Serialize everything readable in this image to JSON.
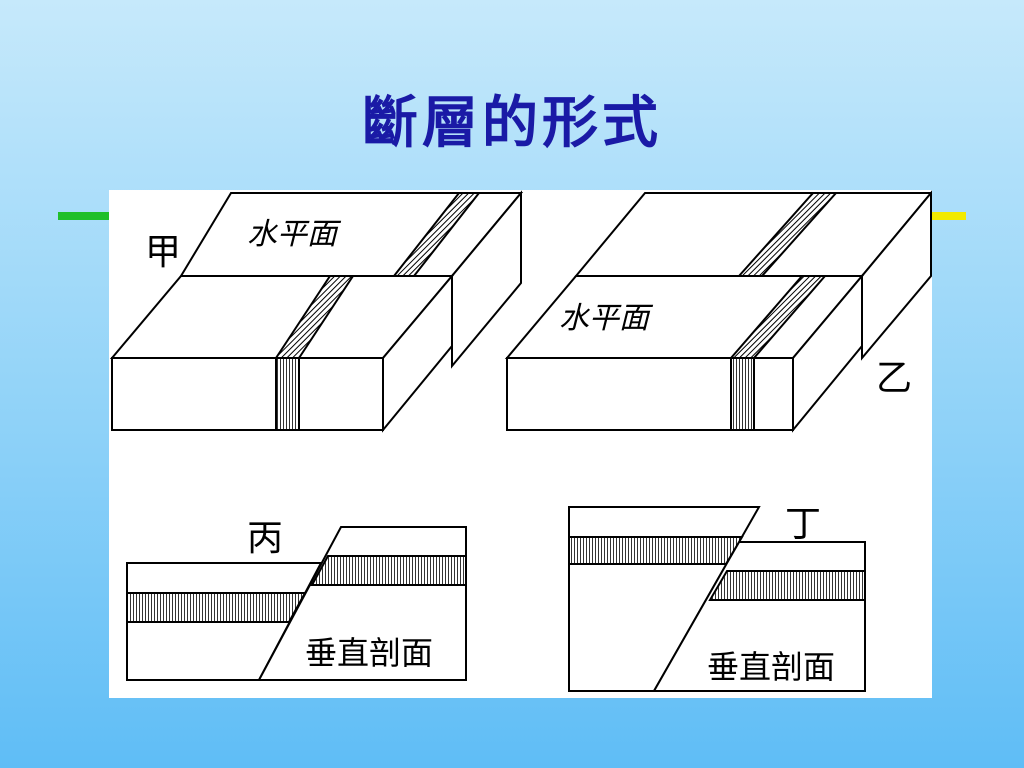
{
  "title": "斷層的形式",
  "labels": {
    "jia": "甲",
    "yi": "乙",
    "bing": "丙",
    "ding": "丁",
    "horizontal_plane": "水平面",
    "vertical_section": "垂直剖面"
  },
  "colors": {
    "title": "#1a1aa6",
    "rule_left": "#1fbf2a",
    "rule_right": "#f2ea00",
    "stratum_fill": "#7a7a7a"
  }
}
